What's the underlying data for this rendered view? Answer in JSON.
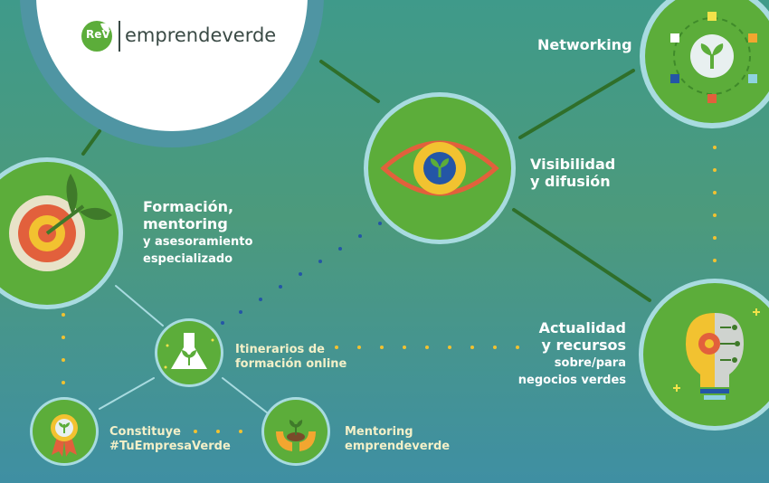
{
  "brand": {
    "logo_text": "ReV",
    "name": "emprendeverde"
  },
  "nodes": {
    "networking": "Networking",
    "visibilidad": [
      "Visibilidad",
      "y difusión"
    ],
    "formacion": [
      "Formación,",
      "mentoring",
      "y asesoramiento",
      "especializado"
    ],
    "actualidad": [
      "Actualidad",
      "y recursos",
      "sobre/para",
      "negocios verdes"
    ],
    "itinerarios": [
      "Itinerarios de",
      "formación online"
    ],
    "constituye": [
      "Constituye",
      "#TuEmpresaVerde"
    ],
    "mentoring": [
      "Mentoring",
      "emprendeverde"
    ]
  },
  "colors": {
    "circle_green": "#5cad3a",
    "circle_ring": "#a8dbe0",
    "dot_yellow": "#f2c230",
    "dot_blue": "#2456a6",
    "line_green": "#2f6f2a",
    "text_label": "#f3f0c8"
  },
  "icons": {
    "networking": "network-sprout-icon",
    "visibilidad": "eye-sprout-icon",
    "formacion": "target-leaf-icon",
    "actualidad": "lightbulb-gear-icon",
    "itinerarios": "flask-sprout-icon",
    "constituye": "award-badge-icon",
    "mentoring": "hands-sprout-icon"
  }
}
